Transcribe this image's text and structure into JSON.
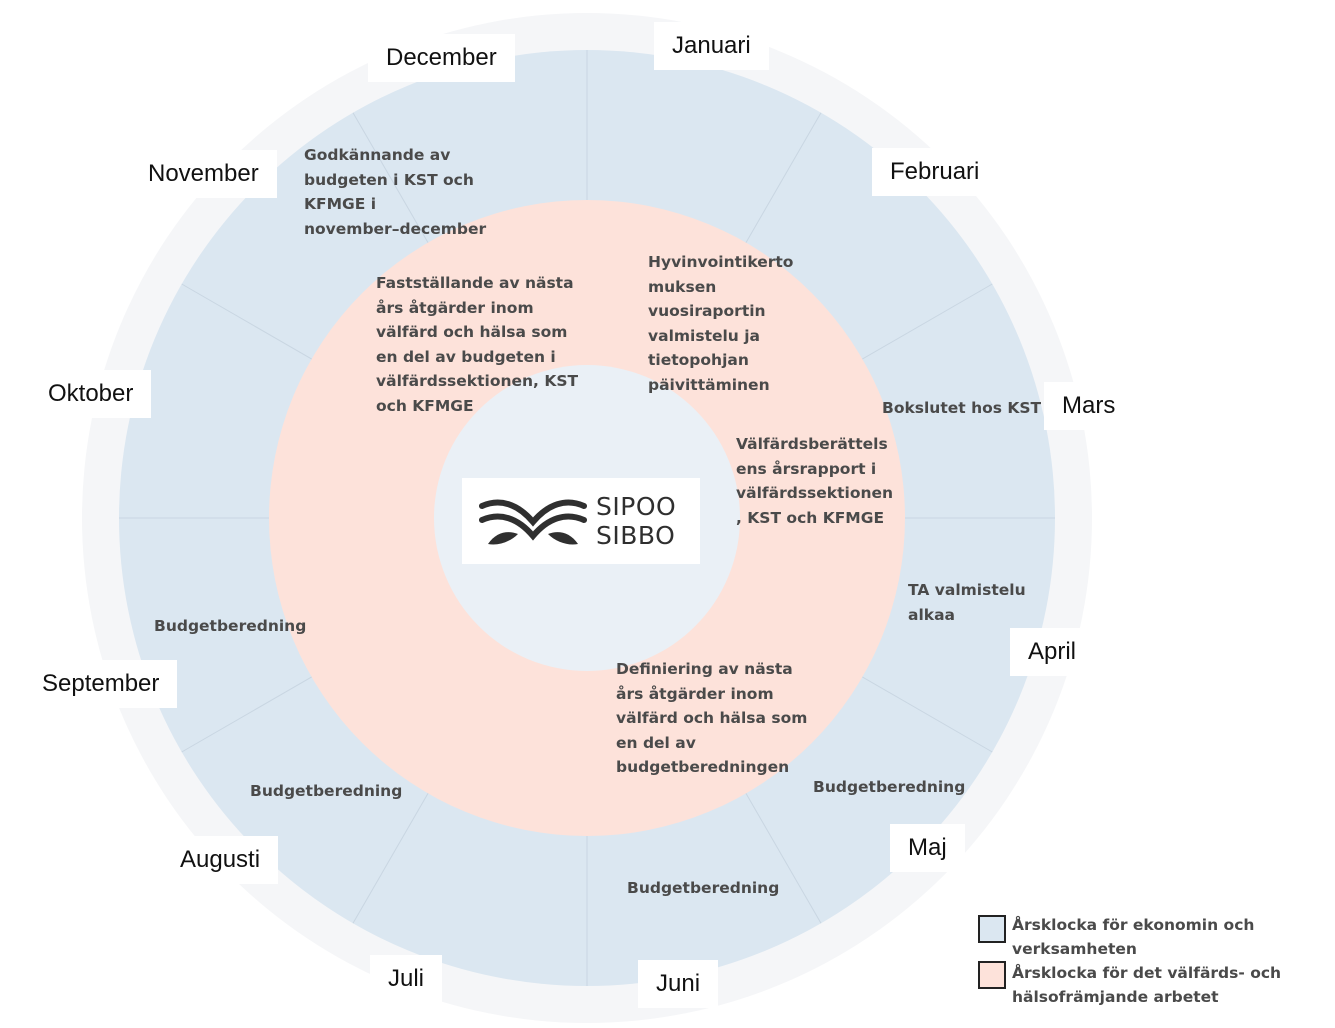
{
  "colors": {
    "outer_ring_bg": "#f5f6f8",
    "outer_ring": "#dbe7f1",
    "inner_ring": "#fde2da",
    "center": "#eaf0f6",
    "divider": "#c9d6e2"
  },
  "months": {
    "januari": "Januari",
    "februari": "Februari",
    "mars": "Mars",
    "april": "April",
    "maj": "Maj",
    "juni": "Juni",
    "juli": "Juli",
    "augusti": "Augusti",
    "september": "September",
    "oktober": "Oktober",
    "november": "November",
    "december": "December"
  },
  "outer_notes": {
    "godkannande": "Godkännande av\nbudgeten i KST och\nKFMGE i\nnovember–december",
    "bokslutet": "Bokslutet hos KST",
    "ta_valmistelu": "TA valmistelu\nalkaa",
    "budget_maj": "Budgetberedning",
    "budget_juni": "Budgetberedning",
    "budget_augusti": "Budgetberedning",
    "budget_september": "Budgetberedning"
  },
  "inner_notes": {
    "faststallande": "Fastställande av nästa\nårs åtgärder inom\nvälfärd och hälsa som\nen del av budgeten i\nvälfärdssektionen, KST\noch KFMGE",
    "hyvinvointi": "Hyvinvointikerto\nmuksen\nvuosiraportin\nvalmistelu ja\ntietopohjan\npäivittäminen",
    "valfardsberattelse": "Välfärdsberättels\nens årsrapport i\nvälfärdssektionen\n, KST och KFMGE",
    "definiering": "Definiering av nästa\nårs åtgärder inom\nvälfärd och hälsa som\nen del av\nbudgetberedningen"
  },
  "logo": {
    "line1": "SIPOO",
    "line2": "SIBBO"
  },
  "legend": {
    "economy": "Årsklocka för ekonomin och verksamheten",
    "welfare": "Årsklocka för det välfärds- och hälsofrämjande arbetet"
  }
}
